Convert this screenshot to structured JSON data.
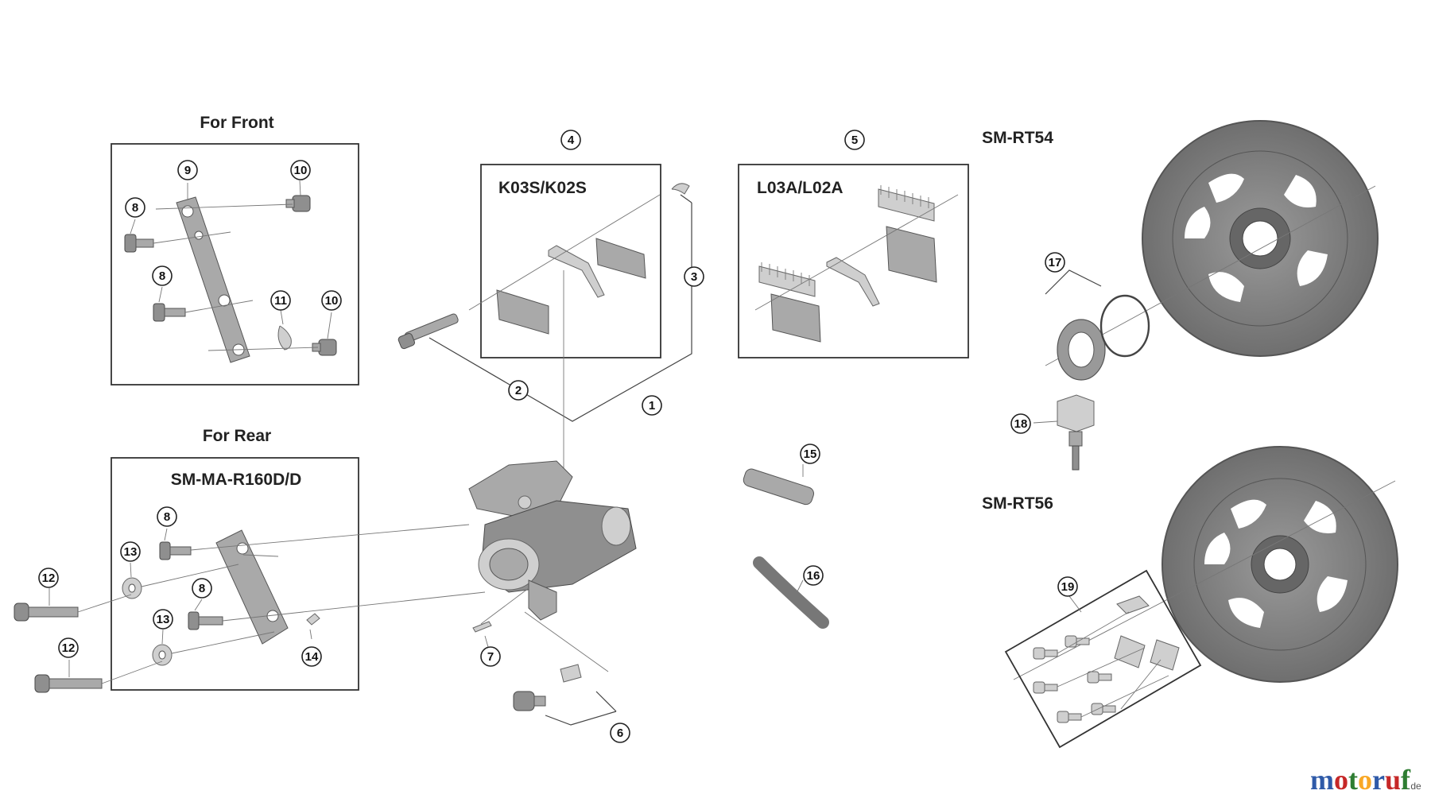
{
  "labels": {
    "for_front": "For Front",
    "for_rear": "For Rear",
    "adapter_model": "SM-MA-R160D/D",
    "pads_resin": "K03S/K02S",
    "pads_metal": "L03A/L02A",
    "rotor_top": "SM-RT54",
    "rotor_bottom": "SM-RT56"
  },
  "callouts": [
    "1",
    "2",
    "3",
    "4",
    "5",
    "6",
    "7",
    "8",
    "9",
    "10",
    "11",
    "12",
    "13",
    "14",
    "15",
    "16",
    "17",
    "18",
    "19"
  ],
  "watermark": {
    "letters": [
      "m",
      "o",
      "t",
      "o",
      "r",
      "u",
      "f"
    ],
    "suffix": ".de",
    "colors": [
      "#2f5aa8",
      "#c62828",
      "#2e7d32",
      "#f9a825",
      "#2f5aa8",
      "#c62828",
      "#2e7d32"
    ]
  }
}
